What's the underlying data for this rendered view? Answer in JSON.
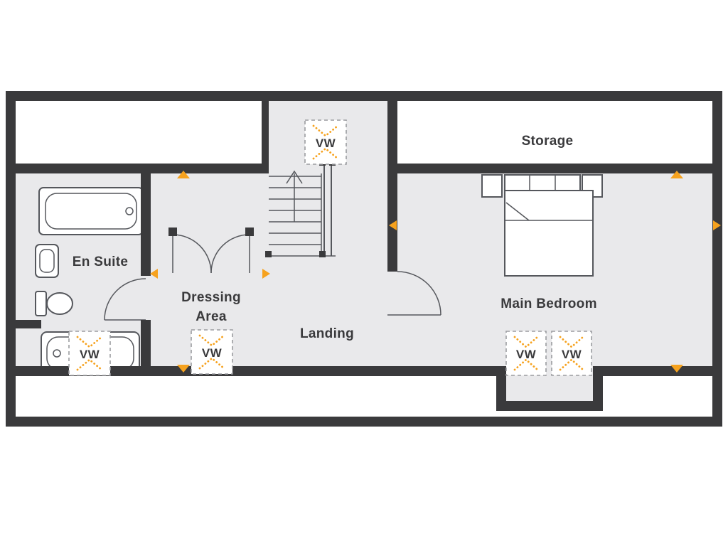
{
  "colors": {
    "wall": "#3a3a3c",
    "floor": "#e9e9eb",
    "line": "#55575c",
    "accent": "#f6a21e",
    "text": "#3a3a3c",
    "dash": "#9b9ca0"
  },
  "rooms": {
    "storage": {
      "label": "Storage"
    },
    "en_suite": {
      "label": "En Suite"
    },
    "dressing_area": {
      "label_line1": "Dressing",
      "label_line2": "Area"
    },
    "landing": {
      "label": "Landing"
    },
    "main_bedroom": {
      "label": "Main Bedroom"
    }
  },
  "markers": {
    "velux_window_label": "VW"
  }
}
